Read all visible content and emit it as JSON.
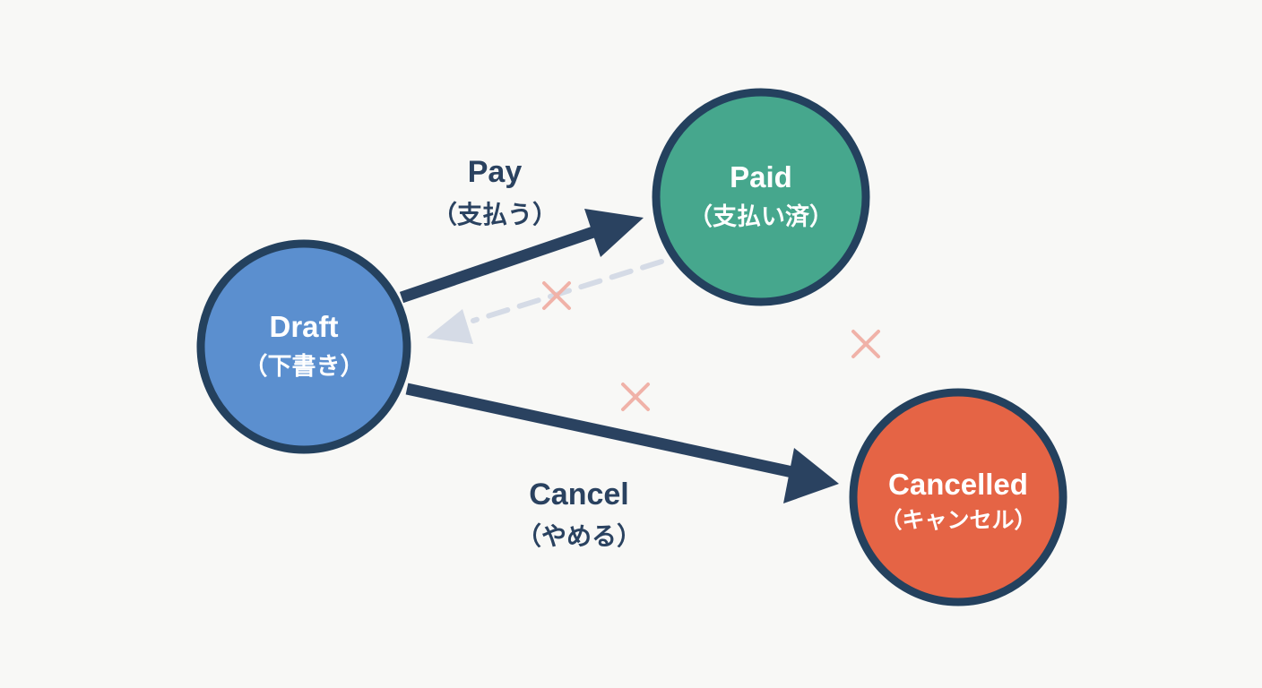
{
  "colors": {
    "background": "#f8f8f6",
    "outline": "#24415e",
    "arrow": "#2a4260",
    "blocked_arrow": "#d5dbe6",
    "blocked_mark": "#f0b2a8",
    "draft": "#5b8fcf",
    "paid": "#46a78d",
    "cancelled": "#e56445"
  },
  "nodes": {
    "draft": {
      "title": "Draft",
      "subtitle": "（下書き）"
    },
    "paid": {
      "title": "Paid",
      "subtitle": "（支払い済）"
    },
    "cancelled": {
      "title": "Cancelled",
      "subtitle": "（キャンセル）"
    }
  },
  "edges": {
    "pay": {
      "title": "Pay",
      "subtitle": "（支払う）",
      "from": "draft",
      "to": "paid"
    },
    "cancel": {
      "title": "Cancel",
      "subtitle": "（やめる）",
      "from": "draft",
      "to": "cancelled"
    },
    "paid_to_draft": {
      "from": "paid",
      "to": "draft",
      "blocked": true
    }
  },
  "blocked_marks": {
    "icon": "x-mark",
    "count": 3
  }
}
